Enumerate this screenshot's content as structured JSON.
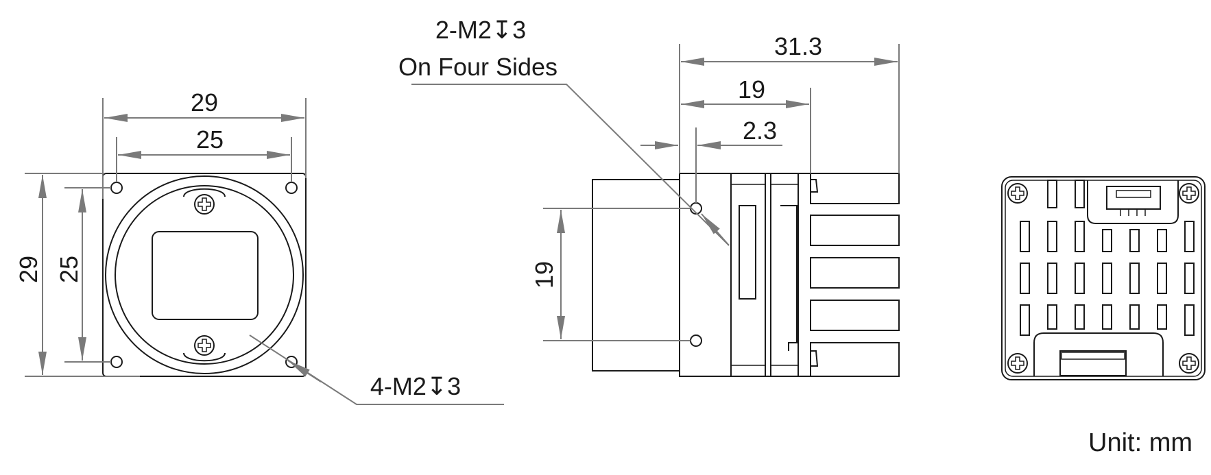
{
  "front_view": {
    "width_outer": "29",
    "width_hole_pitch": "25",
    "height_outer": "29",
    "height_hole_pitch": "25",
    "hole_callout": "4-M2↧3"
  },
  "side_view": {
    "callout_line1": "2-M2↧3",
    "callout_line2": "On Four Sides",
    "length_total": "31.3",
    "length_body": "19",
    "length_hole_offset": "2.3",
    "height_hole_pitch": "19"
  },
  "unit_label": "Unit: mm"
}
